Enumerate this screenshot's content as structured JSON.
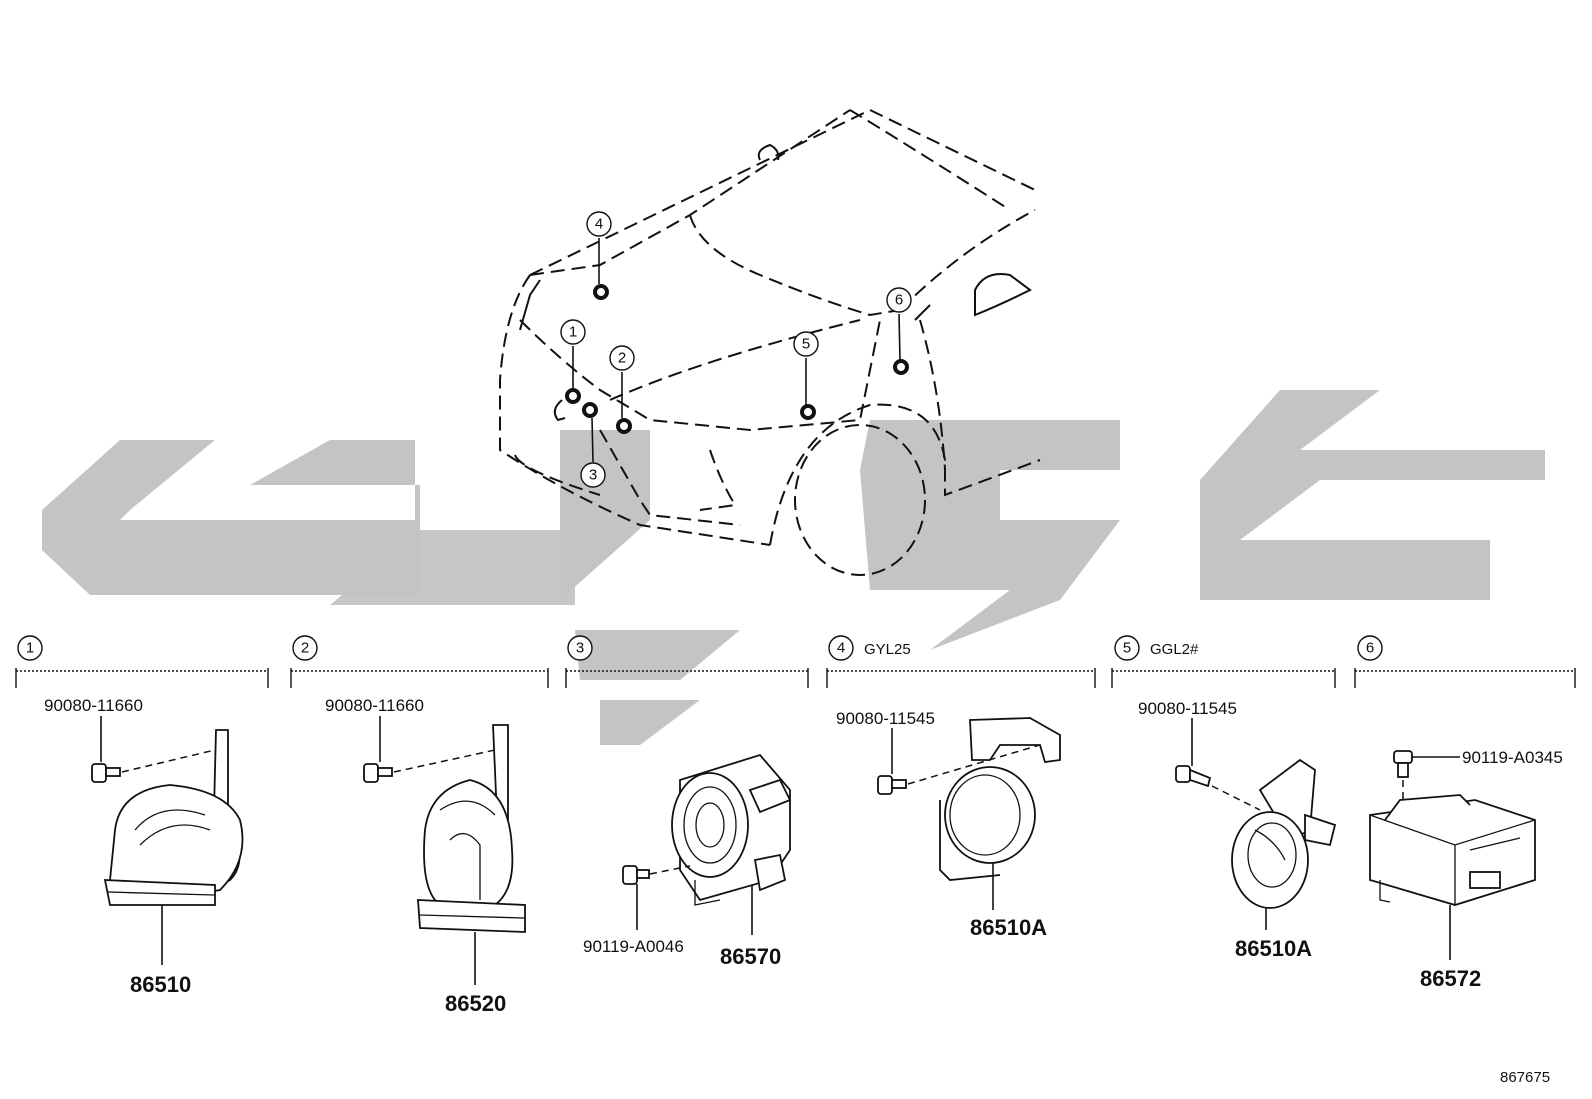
{
  "diagram_id": "867675",
  "locations": [
    {
      "id": "1",
      "label": "1"
    },
    {
      "id": "2",
      "label": "2"
    },
    {
      "id": "3",
      "label": "3"
    },
    {
      "id": "4",
      "label": "4"
    },
    {
      "id": "5",
      "label": "5"
    },
    {
      "id": "6",
      "label": "6"
    }
  ],
  "sections": [
    {
      "number": "1",
      "variant": "",
      "bolt": "90080-11660",
      "part": "86510"
    },
    {
      "number": "2",
      "variant": "",
      "bolt": "90080-11660",
      "part": "86520"
    },
    {
      "number": "3",
      "variant": "",
      "bolt": "90119-A0046",
      "part": "86570"
    },
    {
      "number": "4",
      "variant": "GYL25",
      "bolt": "90080-11545",
      "part": "86510A"
    },
    {
      "number": "5",
      "variant": "GGL2#",
      "bolt": "90080-11545",
      "part": "86510A"
    },
    {
      "number": "6",
      "variant": "",
      "bolt": "90119-A0345",
      "part": "86572"
    }
  ]
}
